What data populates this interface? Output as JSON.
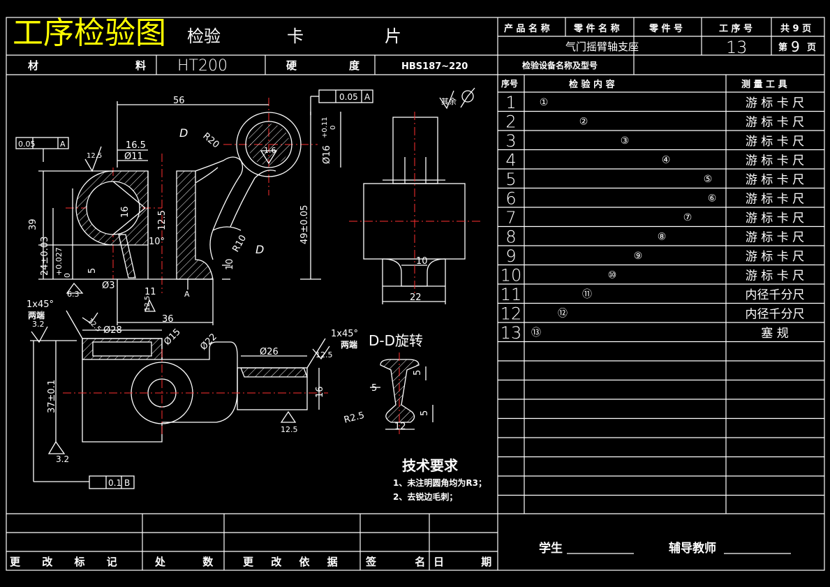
{
  "header": {
    "title_overlay": "工序检验图",
    "card_left": "检验",
    "card_mid": "卡",
    "card_right": "片",
    "product_name_label": "产 品 名 称",
    "part_name_label": "零 件 名 称",
    "part_no_label": "零 件 号",
    "process_no_label": "工 序 号",
    "total_pages": "共 9 页",
    "part_name_value": "气门摇臂轴支座",
    "process_no_value": "13",
    "page_label_prefix": "第",
    "page_no": "9",
    "page_label_suffix": "页",
    "material_label_a": "材",
    "material_label_b": "料",
    "material_value": "HT200",
    "hardness_label_a": "硬",
    "hardness_label_b": "度",
    "hardness_value": "HBS187~220",
    "equipment_label": "检验设备名称及型号"
  },
  "table": {
    "col_seq": "序号",
    "col_content": "检 验 内 容",
    "col_tool": "测 量 工 具",
    "rows": [
      {
        "seq": "1",
        "mark": "①",
        "tool": "游 标 卡 尺"
      },
      {
        "seq": "2",
        "mark": "②",
        "tool": "游 标 卡 尺"
      },
      {
        "seq": "3",
        "mark": "③",
        "tool": "游 标 卡 尺"
      },
      {
        "seq": "4",
        "mark": "④",
        "tool": "游 标 卡 尺"
      },
      {
        "seq": "5",
        "mark": "⑤",
        "tool": "游 标 卡 尺"
      },
      {
        "seq": "6",
        "mark": "⑥",
        "tool": "游 标 卡 尺"
      },
      {
        "seq": "7",
        "mark": "⑦",
        "tool": "游 标 卡 尺"
      },
      {
        "seq": "8",
        "mark": "⑧",
        "tool": "游 标 卡 尺"
      },
      {
        "seq": "9",
        "mark": "⑨",
        "tool": "游 标 卡 尺"
      },
      {
        "seq": "10",
        "mark": "⑩",
        "tool": "游 标 卡 尺"
      },
      {
        "seq": "11",
        "mark": "⑪",
        "tool": "内径千分尺"
      },
      {
        "seq": "12",
        "mark": "⑫",
        "tool": "内径千分尺"
      },
      {
        "seq": "13",
        "mark": "⑬",
        "tool": "塞 规"
      }
    ]
  },
  "drawing": {
    "dim_56": "56",
    "dim_16_5": "16.5",
    "dim_phi11": "Ø11",
    "dim_R20": "R20",
    "dim_phi16": "Ø16",
    "dim_phi16_tol": "+0.11",
    "dim_phi16_tol2": "0",
    "dim_39": "39",
    "dim_24": "24±0.03",
    "dim_tol_027": "+0.027",
    "dim_tol_0": "0",
    "dim_16": "16",
    "dim_12_5": "12.5",
    "dim_10deg": "10°",
    "dim_5": "5",
    "dim_phi3": "Ø3",
    "dim_11": "11",
    "dim_R10": "R10",
    "dim_10": "10",
    "dim_49": "49±0.05",
    "dim_36": "36",
    "dim_6_3": "6.3",
    "dim_3_2": "3.2",
    "dim_1_6": "1.6",
    "chamfer": "1x45°",
    "both_ends": "两端",
    "dim_phi28": "Ø28",
    "dim_phi15": "Ø15",
    "dim_phi22": "Ø22",
    "dim_phi26": "Ø26",
    "dim_37": "37±0.1",
    "dim_16b": "16",
    "dim_22": "22",
    "dim_10b": "10",
    "section_label": "D-D旋转",
    "dim_R2_5": "R2.5",
    "dim_12": "12",
    "dim_5b": "5",
    "view_D": "D",
    "datum_A": "A",
    "datum_B": "B",
    "par_005": "0.05",
    "flat_01": "0.1",
    "rest": "其余",
    "tech_title": "技术要求",
    "tech_1": "1、未注明圆角均为R3；",
    "tech_2": "2、去锐边毛刺；"
  },
  "footer": {
    "change_mark": "更 改 标 记",
    "place": "处 数",
    "change_basis": "更 改 依 据",
    "sign": "签 名",
    "date": "日 期",
    "student": "学生",
    "teacher": "辅导教师"
  }
}
